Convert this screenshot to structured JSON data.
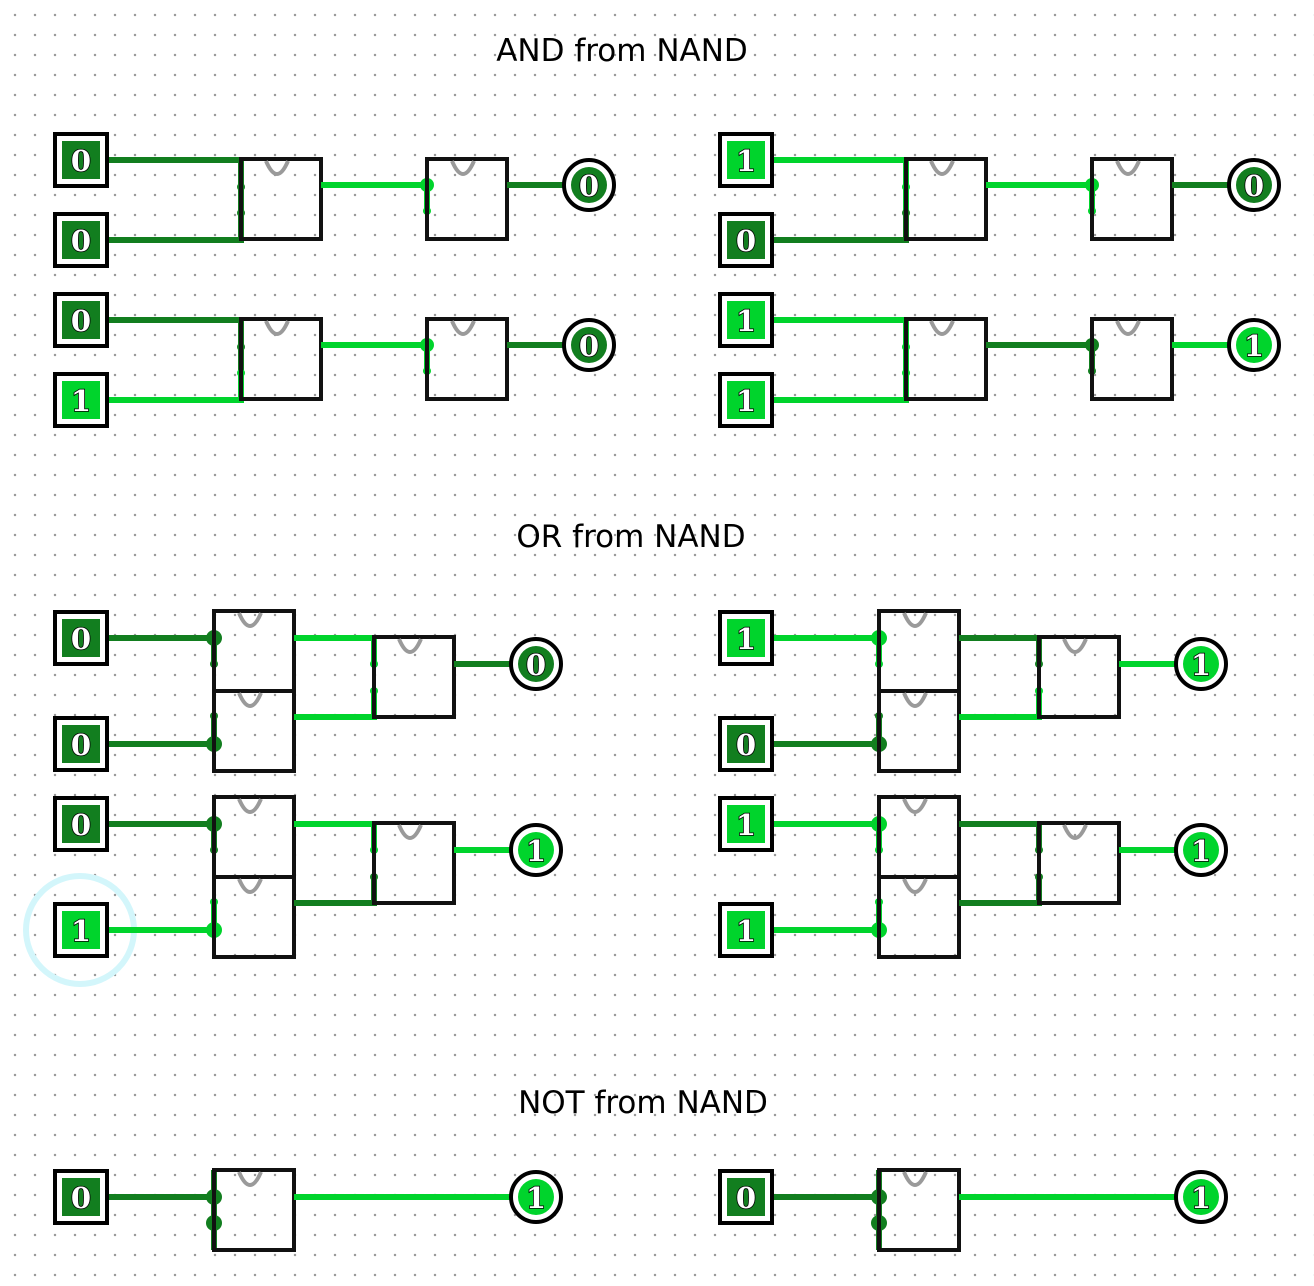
{
  "colors": {
    "wire_low": "#127e1f",
    "wire_high": "#00d42c",
    "pin_low": "#127e1f",
    "pin_high": "#00d42c",
    "highlight": "#d3f6fb"
  },
  "sections": {
    "and": {
      "title": "AND from NAND",
      "circuits": [
        {
          "inputs": [
            "0",
            "0"
          ],
          "output": "0"
        },
        {
          "inputs": [
            "1",
            "0"
          ],
          "output": "0"
        },
        {
          "inputs": [
            "0",
            "1"
          ],
          "output": "0"
        },
        {
          "inputs": [
            "1",
            "1"
          ],
          "output": "1"
        }
      ]
    },
    "or": {
      "title": "OR from NAND",
      "circuits": [
        {
          "inputs": [
            "0",
            "0"
          ],
          "output": "0"
        },
        {
          "inputs": [
            "1",
            "0"
          ],
          "output": "1"
        },
        {
          "inputs": [
            "0",
            "1"
          ],
          "output": "1"
        },
        {
          "inputs": [
            "1",
            "1"
          ],
          "output": "1"
        }
      ]
    },
    "not": {
      "title": "NOT from NAND",
      "circuits": [
        {
          "inputs": [
            "0"
          ],
          "output": "1"
        },
        {
          "inputs": [
            "0"
          ],
          "output": "1"
        }
      ]
    }
  },
  "gate_icon": "nand-gate-icon",
  "cursor_icon": "click-highlight-icon"
}
